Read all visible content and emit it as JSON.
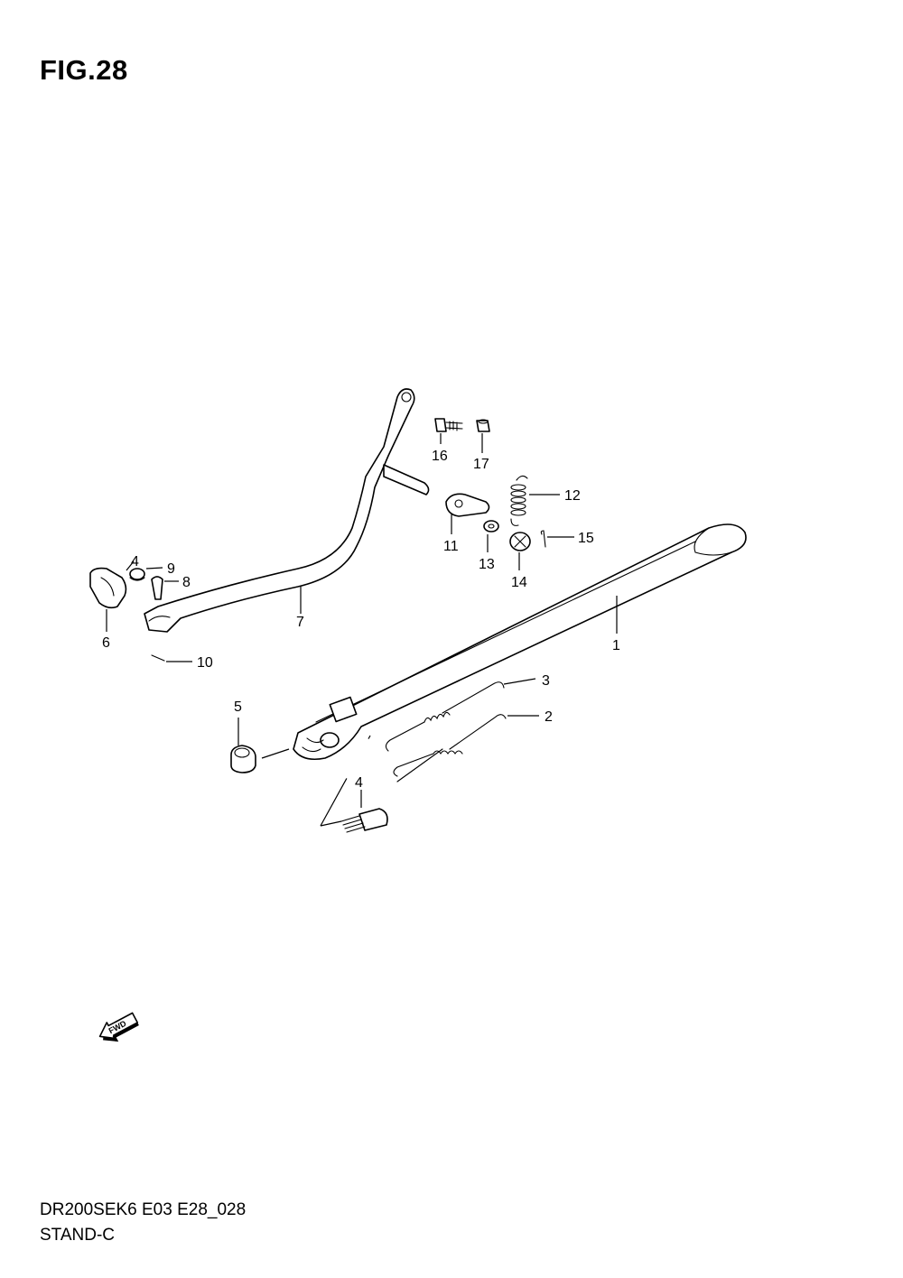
{
  "figure": {
    "title": "FIG.28",
    "code": "DR200SEK6 E03 E28_028",
    "name": "STAND-C"
  },
  "fwd_badge": "FWD",
  "callouts": [
    {
      "id": "c1",
      "label": "1"
    },
    {
      "id": "c2",
      "label": "2"
    },
    {
      "id": "c3",
      "label": "3"
    },
    {
      "id": "c4a",
      "label": "4"
    },
    {
      "id": "c4b",
      "label": "4"
    },
    {
      "id": "c5",
      "label": "5"
    },
    {
      "id": "c6",
      "label": "6"
    },
    {
      "id": "c7",
      "label": "7"
    },
    {
      "id": "c8",
      "label": "8"
    },
    {
      "id": "c9",
      "label": "9"
    },
    {
      "id": "c10",
      "label": "10"
    },
    {
      "id": "c11",
      "label": "11"
    },
    {
      "id": "c12",
      "label": "12"
    },
    {
      "id": "c13",
      "label": "13"
    },
    {
      "id": "c14",
      "label": "14"
    },
    {
      "id": "c15",
      "label": "15"
    },
    {
      "id": "c16",
      "label": "16"
    },
    {
      "id": "c17",
      "label": "17"
    }
  ]
}
